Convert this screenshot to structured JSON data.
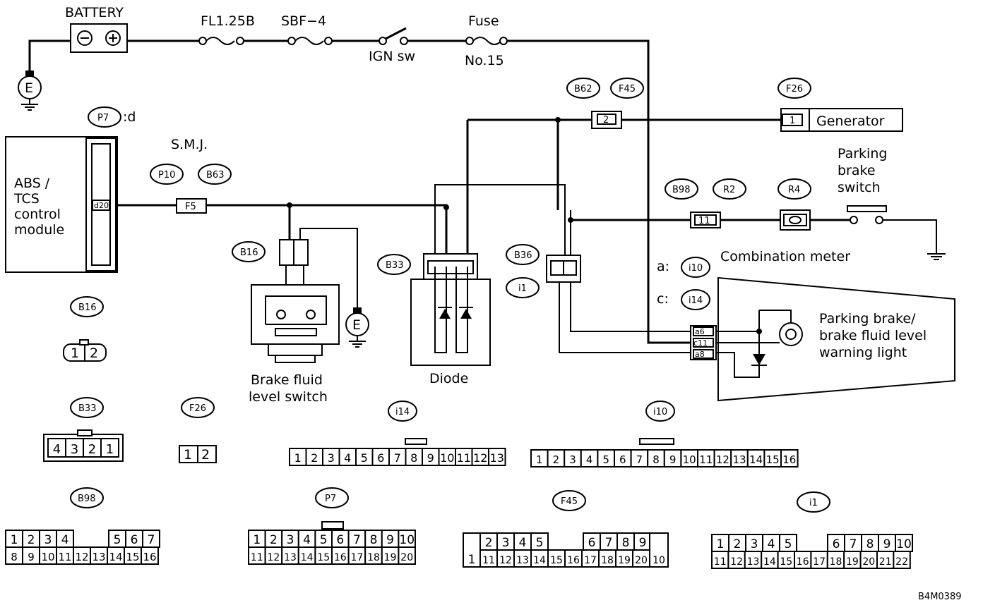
{
  "labels": {
    "battery": "BATTERY",
    "fl": "FL1.25B",
    "sbf": "SBF−4",
    "fuse": "Fuse",
    "ign": "IGN sw",
    "fuse_no": "No.15",
    "generator": "Generator",
    "parking_brake_switch": [
      "Parking",
      "brake",
      "switch"
    ],
    "abs_module": [
      "ABS /",
      "TCS",
      "control",
      "module"
    ],
    "smj": "S.M.J.",
    "p7d": ":d",
    "d20": "d20",
    "combination_meter": "Combination meter",
    "a_prefix": "a:",
    "c_prefix": "c:",
    "warning_light": [
      "Parking brake/",
      "brake fluid level",
      "warning light"
    ],
    "brake_fluid_switch": [
      "Brake fluid",
      "level switch"
    ],
    "diode": "Diode",
    "ground_e": "E",
    "drawing_code": "B4M0389",
    "f5": "F5",
    "pin2": "2",
    "pin1": "1",
    "pin11": "11",
    "pin_a6": "a6",
    "pin_c11": "c11",
    "pin_a8": "a8"
  },
  "tags": {
    "p7": "P7",
    "p10": "P10",
    "b63": "B63",
    "b16": "B16",
    "b33": "B33",
    "b36": "B36",
    "i1": "i1",
    "b62": "B62",
    "f45": "F45",
    "f26": "F26",
    "b98": "B98",
    "r2": "R2",
    "r4": "R4",
    "i10": "i10",
    "i14": "i14"
  },
  "connectors": {
    "b16": [
      "1",
      "2"
    ],
    "b33": [
      "4",
      "3",
      "2",
      "1"
    ],
    "f26": [
      "1",
      "2"
    ],
    "i14": [
      "1",
      "2",
      "3",
      "4",
      "5",
      "6",
      "7",
      "8",
      "9",
      "10",
      "11",
      "12",
      "13"
    ],
    "i10": [
      "1",
      "2",
      "3",
      "4",
      "5",
      "6",
      "7",
      "8",
      "9",
      "10",
      "11",
      "12",
      "13",
      "14",
      "15",
      "16"
    ],
    "b98_top": [
      "1",
      "2",
      "3",
      "4",
      "5",
      "6",
      "7"
    ],
    "b98_bot": [
      "8",
      "9",
      "10",
      "11",
      "12",
      "13",
      "14",
      "15",
      "16"
    ],
    "p7_top": [
      "1",
      "2",
      "3",
      "4",
      "5",
      "6",
      "7",
      "8",
      "9",
      "10"
    ],
    "p7_bot": [
      "11",
      "12",
      "13",
      "14",
      "15",
      "16",
      "17",
      "18",
      "19",
      "20"
    ],
    "f45_top": [
      "2",
      "3",
      "4",
      "5",
      "6",
      "7",
      "8",
      "9"
    ],
    "f45_bot": [
      "11",
      "12",
      "13",
      "14",
      "15",
      "16",
      "17",
      "18",
      "19",
      "20"
    ],
    "f45_left": "1",
    "f45_right": "10",
    "i1_top": [
      "1",
      "2",
      "3",
      "4",
      "5",
      "6",
      "7",
      "8",
      "9",
      "10"
    ],
    "i1_bot": [
      "11",
      "12",
      "13",
      "14",
      "15",
      "16",
      "17",
      "18",
      "19",
      "20",
      "21",
      "22"
    ]
  }
}
